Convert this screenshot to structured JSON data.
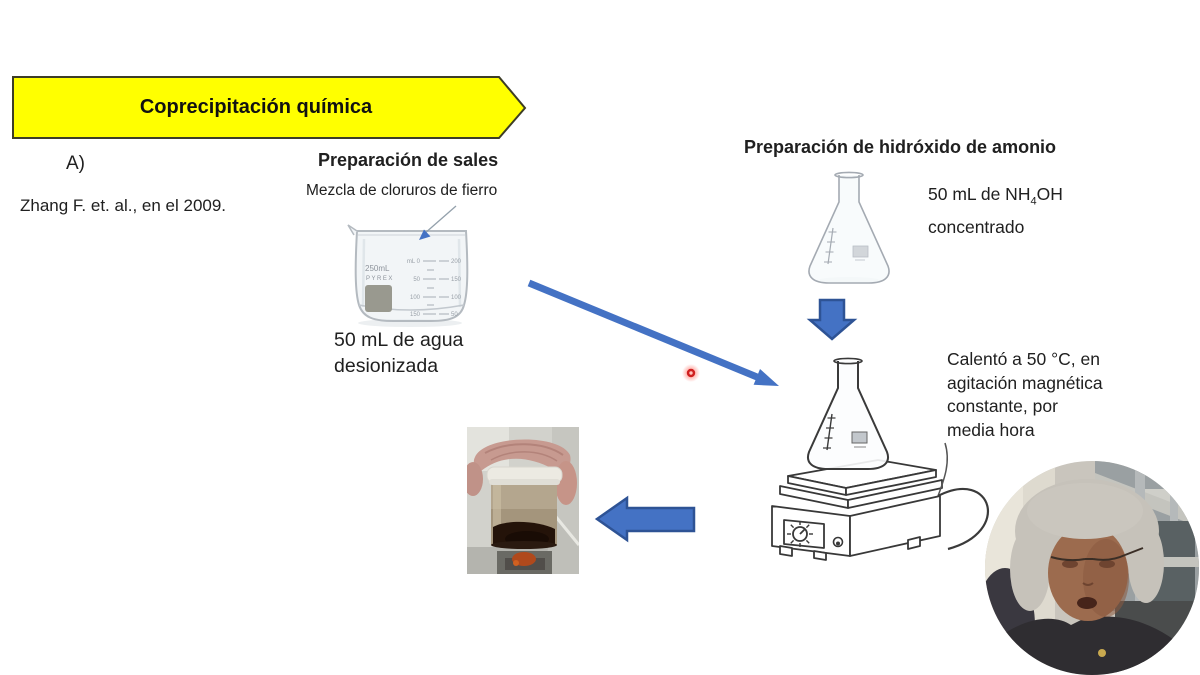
{
  "banner": {
    "label": "Coprecipitación química",
    "fill": "#ffff00",
    "border": "#3d3d26"
  },
  "notes": {
    "marker": "A)",
    "citation": "Zhang F. et. al., en el 2009."
  },
  "salts_section": {
    "heading": "Preparación de sales",
    "subnote": "Mezcla de cloruros de fierro",
    "beaker": {
      "volume_label": "250mL",
      "brand_label": "PYREX",
      "scale_left": [
        "mL 0",
        "50",
        "100",
        "150"
      ],
      "scale_right": [
        "200",
        "150",
        "100",
        "50"
      ]
    },
    "caption_lines": [
      "50 mL de agua",
      "desionizada"
    ]
  },
  "ammonia_section": {
    "heading": "Preparación de hidróxido de amonio",
    "note": {
      "pre": "50 mL de NH",
      "sub": "4",
      "post": "OH"
    },
    "note_line2": "concentrado",
    "heat_note_lines": [
      "Calentó a 50 °C, en",
      "agitación magnética",
      "constante, por",
      "media hora"
    ]
  },
  "colors": {
    "arrow_fill": "#4472c4",
    "arrow_stroke": "#2e5395",
    "laser": "#cf1f1f"
  }
}
